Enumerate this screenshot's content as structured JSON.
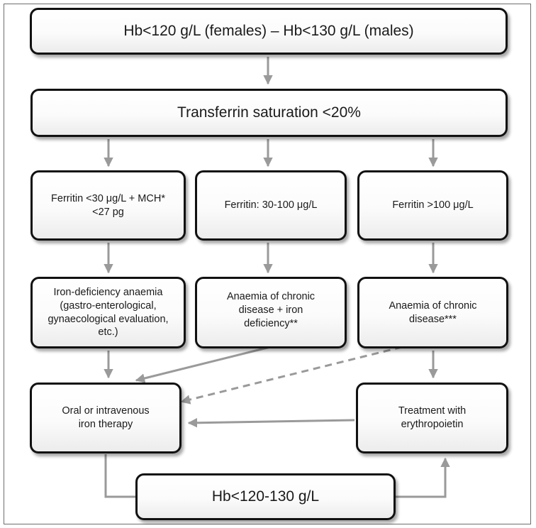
{
  "boxes": {
    "hb_threshold": "Hb<120 g/L (females) – Hb<130 g/L (males)",
    "transferrin": "Transferrin saturation <20%",
    "ferritin_low": "Ferritin <30 μg/L + MCH* <27 pg",
    "ferritin_mid": "Ferritin: 30-100 μg/L",
    "ferritin_high": "Ferritin >100 μg/L",
    "iron_def": "Iron-deficiency anaemia (gastro-enterological, gynaecological evaluation, etc.)",
    "acd_iron": "Anaemia of chronic disease + iron deficiency**",
    "acd": "Anaemia of chronic disease***",
    "iron_therapy": "Oral or intravenous iron therapy",
    "epo": "Treatment with erythropoietin",
    "hb_final": "Hb<120-130 g/L"
  },
  "colors": {
    "border": "#111111",
    "arrow": "#9a9a9a",
    "frame": "#6e6e6e"
  }
}
